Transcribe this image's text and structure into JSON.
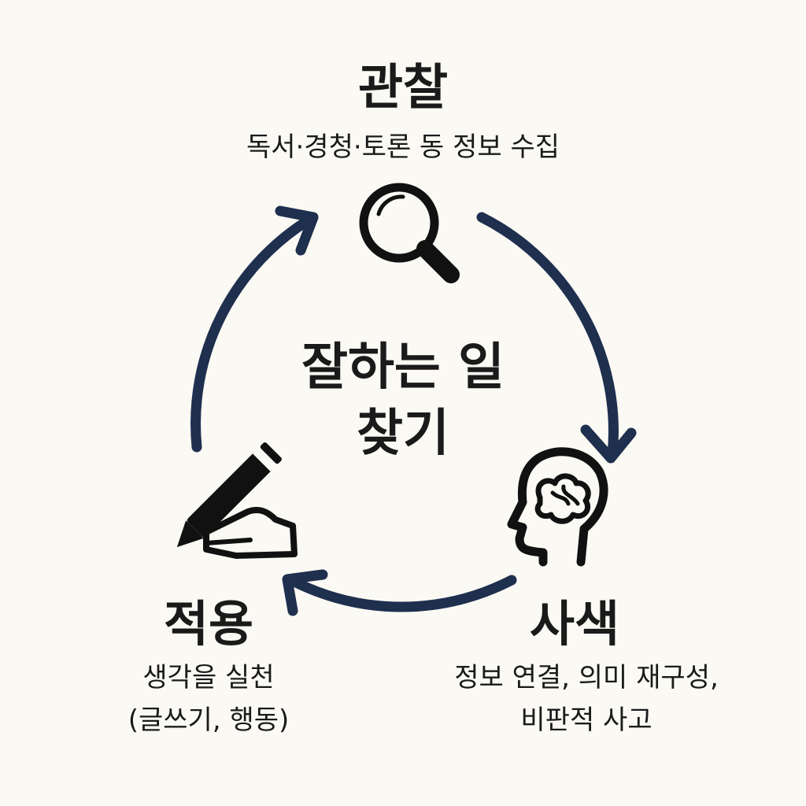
{
  "center": {
    "line1": "잘하는 일",
    "line2": "찾기"
  },
  "steps": {
    "observe": {
      "title": "관찰",
      "desc": "독서·경청·토론 동 정보 수집",
      "icon": "magnifier-icon"
    },
    "reflect": {
      "title": "사색",
      "desc_line1": "정보 연결, 의미 재구성,",
      "desc_line2": "비판적 사고",
      "icon": "head-brain-icon"
    },
    "apply": {
      "title": "적용",
      "desc_line1": "생각을 실천",
      "desc_line2": "(글쓰기, 행동)",
      "icon": "hand-pen-icon"
    }
  },
  "colors": {
    "arrow": "#1f2f4e",
    "icon": "#111111",
    "background": "#fbf9f4"
  }
}
